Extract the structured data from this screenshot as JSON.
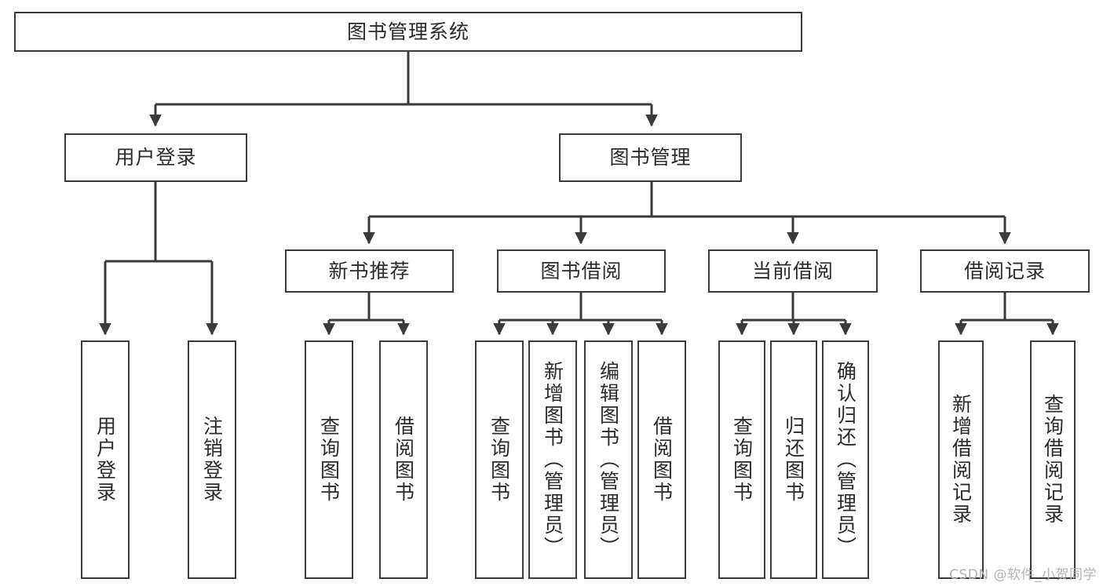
{
  "diagram": {
    "title": "图书管理系统",
    "type": "tree-hierarchy",
    "line_color": "#3a3a3a",
    "background_color": "#ffffff",
    "text_color": "#2b2b2b"
  },
  "nodes": {
    "root": {
      "label": "图书管理系统"
    },
    "level2": [
      {
        "label": "用户登录"
      },
      {
        "label": "图书管理"
      }
    ],
    "level3": [
      {
        "label": "新书推荐"
      },
      {
        "label": "图书借阅"
      },
      {
        "label": "当前借阅"
      },
      {
        "label": "借阅记录"
      }
    ],
    "leaves_user_login": [
      {
        "label": "用户登录"
      },
      {
        "label": "注销登录"
      }
    ],
    "leaves_new_book": [
      {
        "label": "查询图书"
      },
      {
        "label": "借阅图书"
      }
    ],
    "leaves_borrow": [
      {
        "label": "查询图书"
      },
      {
        "label": "新增图书（管理员）"
      },
      {
        "label": "编辑图书（管理员）"
      },
      {
        "label": "借阅图书"
      }
    ],
    "leaves_current": [
      {
        "label": "查询图书"
      },
      {
        "label": "归还图书"
      },
      {
        "label": "确认归还（管理员）"
      }
    ],
    "leaves_records": [
      {
        "label": "新增借阅记录"
      },
      {
        "label": "查询借阅记录"
      }
    ]
  },
  "watermark": {
    "text": "CSDN @软件_小贺同学"
  }
}
